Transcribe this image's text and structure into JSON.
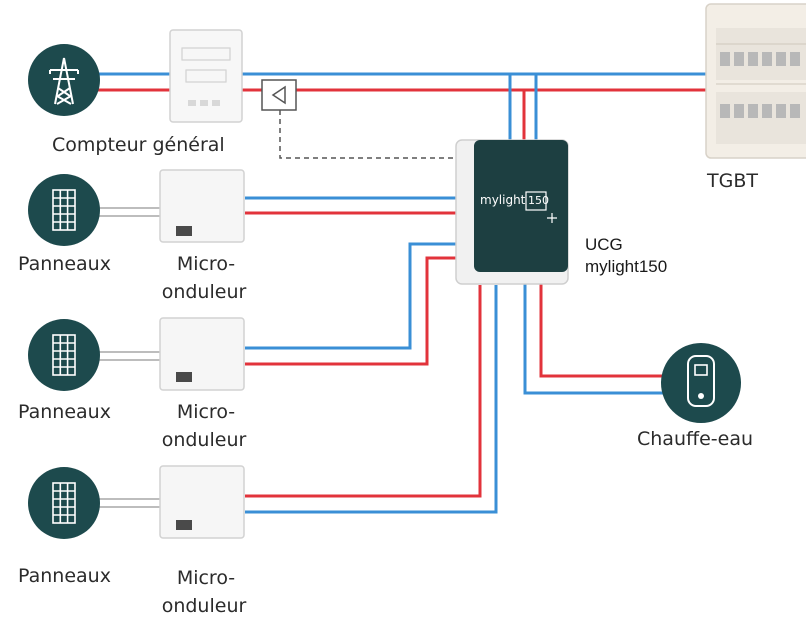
{
  "labels": {
    "meter": "Compteur général",
    "tgbt": "TGBT",
    "ucg_line1": "UCG",
    "ucg_line2": "mylight150",
    "water_heater": "Chauffe-eau",
    "panels_1": "Panneaux",
    "panels_2": "Panneaux",
    "panels_3": "Panneaux",
    "micro_1_line1": "Micro-",
    "micro_1_line2": "onduleur",
    "micro_2_line1": "Micro-",
    "micro_2_line2": "onduleur",
    "micro_3_line1": "Micro-",
    "micro_3_line2": "onduleur"
  },
  "device": {
    "brand": "mylight",
    "model": "150"
  },
  "colors": {
    "dark_teal": "#1d4a4d",
    "phase_wire": "#e2333b",
    "neutral_wire": "#3a8fd6",
    "signal_wire": "#555555",
    "device_body": "#f4f4f4",
    "device_outline": "#cfcfcf"
  },
  "icons": {
    "grid": "pylon-icon",
    "panels": "solar-panel-icon",
    "heater": "water-heater-icon",
    "clamp": "current-clamp-icon"
  }
}
